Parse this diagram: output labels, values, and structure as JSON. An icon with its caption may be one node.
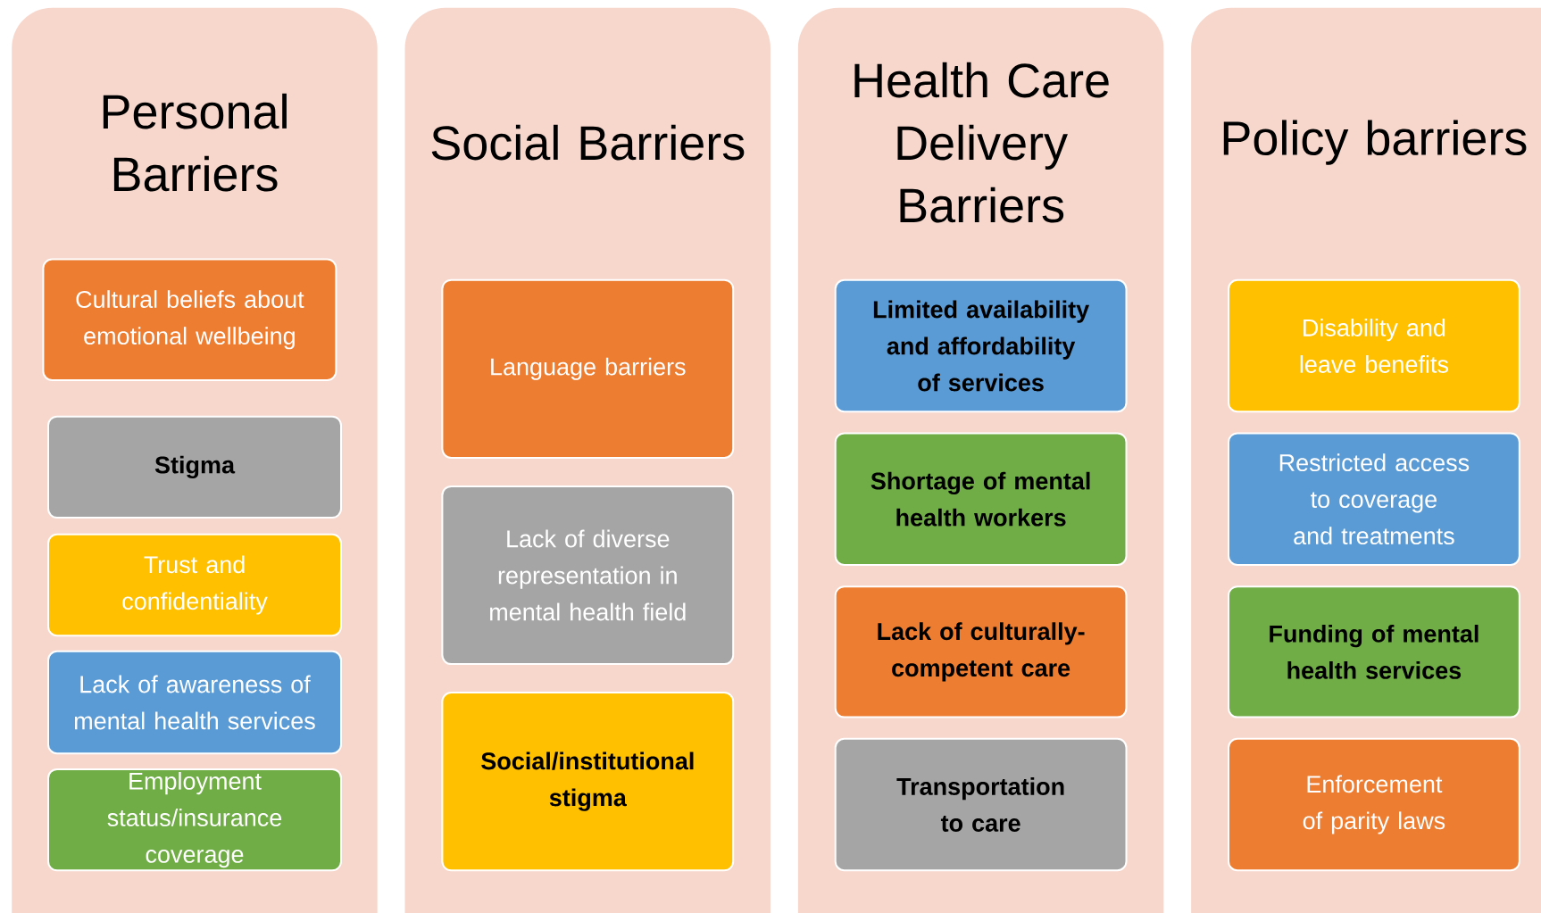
{
  "diagram": {
    "nodes": [
      {
        "text": [
          "Personal Barriers"
        ]
      },
      {
        "text": [
          "Cultural beliefs about emotional wellbeing"
        ],
        "in": 0
      },
      {
        "text": [
          "Stigma"
        ],
        "in": 0
      },
      {
        "text": [
          "Trust and confidentiality"
        ],
        "in": 0
      },
      {
        "text": [
          "Lack of awareness of mental health services"
        ],
        "in": 0
      },
      {
        "text": [
          "Employment status/insurance coverage"
        ],
        "in": 0
      },
      {
        "text": [
          "Social Barriers"
        ]
      },
      {
        "text": [
          "Language barriers"
        ],
        "in": 6
      },
      {
        "text": [
          "Lack of diverse representation in mental health field"
        ],
        "in": 6
      },
      {
        "text": [
          "Social/institutional stigma"
        ],
        "in": 6
      },
      {
        "text": [
          "Health Care Delivery Barriers"
        ]
      },
      {
        "text": [
          "Limited availability and affordability of services"
        ],
        "in": 10
      },
      {
        "text": [
          "Shortage of mental health workers"
        ],
        "in": 10
      },
      {
        "text": [
          "Lack of culturally-competent care"
        ],
        "in": 10
      },
      {
        "text": [
          "Transportation to care"
        ],
        "in": 10
      },
      {
        "text": [
          "Policy barriers"
        ]
      },
      {
        "text": [
          "Disability and leave benefits"
        ],
        "in": 15
      },
      {
        "text": [
          "Restricted access to coverage and treatments"
        ],
        "in": 15
      },
      {
        "text": [
          "Funding of mental health services"
        ],
        "in": 15
      },
      {
        "text": [
          "Enforcement of parity laws"
        ],
        "in": 15
      }
    ]
  }
}
